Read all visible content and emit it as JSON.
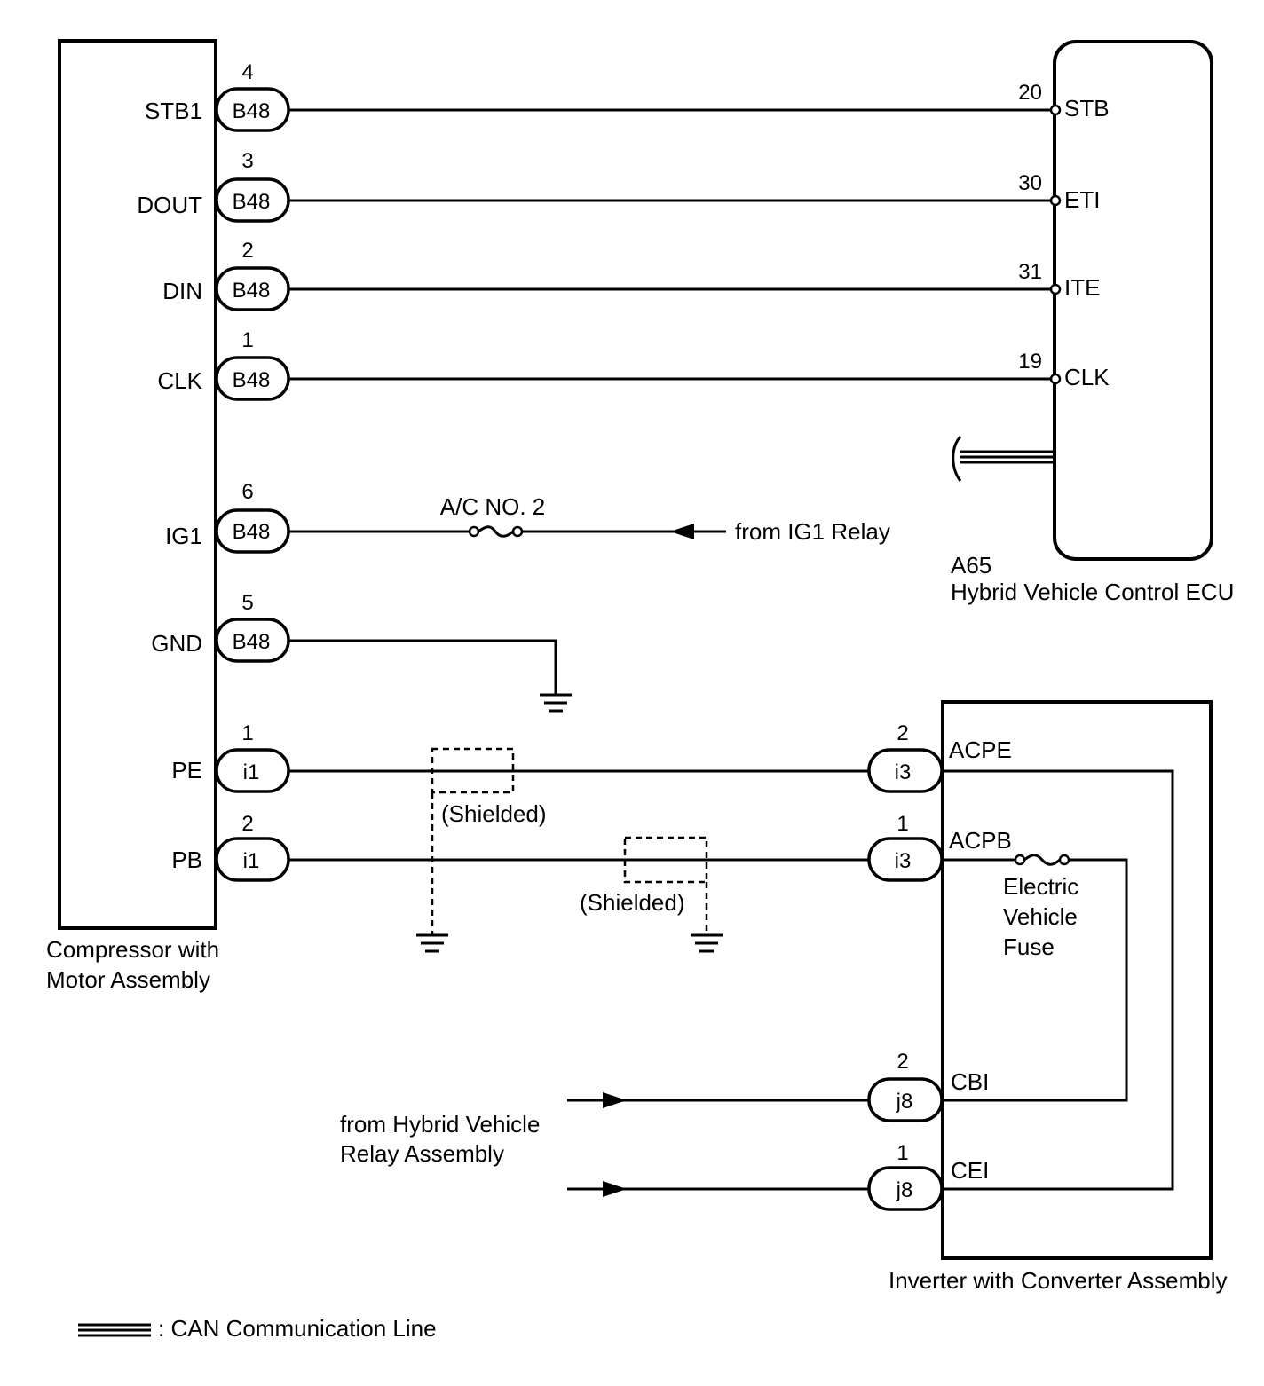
{
  "compressor": {
    "name_line1": "Compressor with",
    "name_line2": "Motor Assembly",
    "pins": [
      {
        "label": "STB1",
        "connector": "B48",
        "pin": "4"
      },
      {
        "label": "DOUT",
        "connector": "B48",
        "pin": "3"
      },
      {
        "label": "DIN",
        "connector": "B48",
        "pin": "2"
      },
      {
        "label": "CLK",
        "connector": "B48",
        "pin": "1"
      },
      {
        "label": "IG1",
        "connector": "B48",
        "pin": "6"
      },
      {
        "label": "GND",
        "connector": "B48",
        "pin": "5"
      },
      {
        "label": "PE",
        "connector": "i1",
        "pin": "1"
      },
      {
        "label": "PB",
        "connector": "i1",
        "pin": "2"
      }
    ]
  },
  "ecu": {
    "code": "A65",
    "name": "Hybrid Vehicle Control ECU",
    "pins": [
      {
        "label": "STB",
        "pin": "20"
      },
      {
        "label": "ETI",
        "pin": "30"
      },
      {
        "label": "ITE",
        "pin": "31"
      },
      {
        "label": "CLK",
        "pin": "19"
      }
    ]
  },
  "fuse_ac": {
    "label": "A/C NO. 2"
  },
  "from_ig1": "from IG1 Relay",
  "shield_label_1": "(Shielded)",
  "shield_label_2": "(Shielded)",
  "inverter": {
    "name": "Inverter with Converter Assembly",
    "pins": [
      {
        "label": "ACPE",
        "connector": "i3",
        "pin": "2"
      },
      {
        "label": "ACPB",
        "connector": "i3",
        "pin": "1"
      },
      {
        "label": "CBI",
        "connector": "j8",
        "pin": "2"
      },
      {
        "label": "CEI",
        "connector": "j8",
        "pin": "1"
      }
    ],
    "fuse_line1": "Electric",
    "fuse_line2": "Vehicle",
    "fuse_line3": "Fuse"
  },
  "from_hv_line1": "from Hybrid Vehicle",
  "from_hv_line2": "Relay Assembly",
  "legend": {
    "text": ": CAN Communication Line"
  }
}
